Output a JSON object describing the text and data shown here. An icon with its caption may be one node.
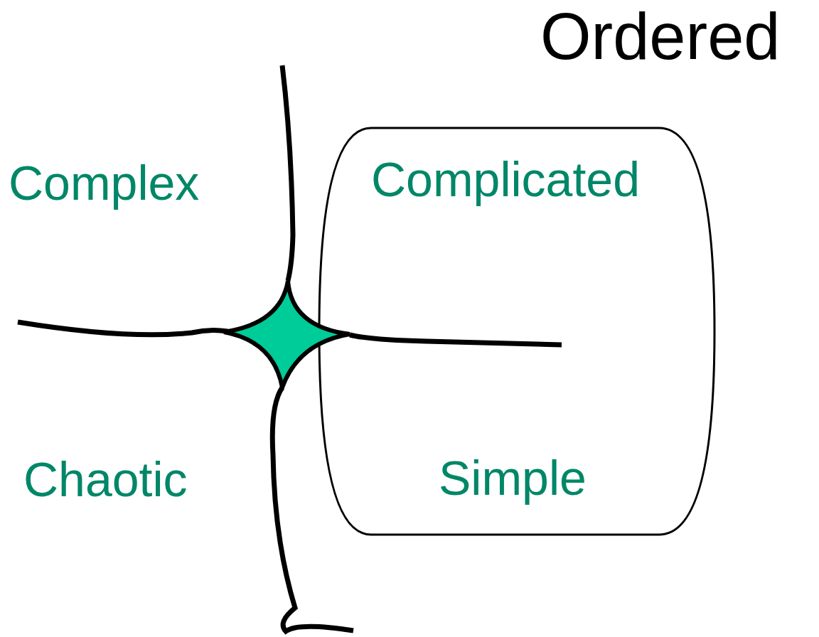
{
  "diagram": {
    "nodes": [
      {
        "text": [],
        "shape": "box"
      },
      {
        "text": [
          "Complicated"
        ],
        "in": 0
      },
      {
        "text": [
          "Simple"
        ],
        "in": 0
      },
      {
        "text": [
          "Complex"
        ]
      },
      {
        "text": [
          "Chaotic"
        ]
      },
      {
        "text": [],
        "shape": "star"
      }
    ],
    "labels": [
      "Ordered"
    ]
  }
}
